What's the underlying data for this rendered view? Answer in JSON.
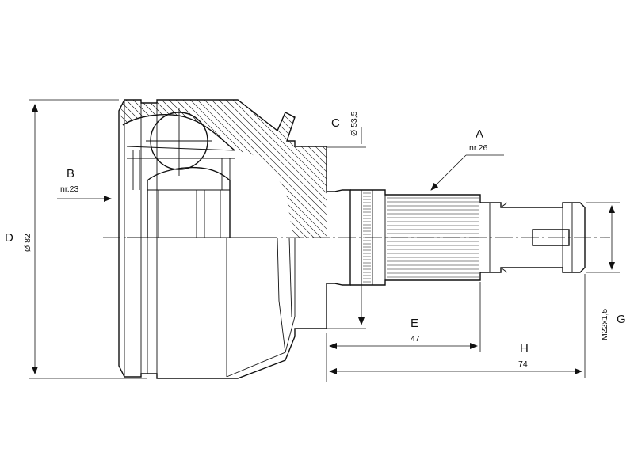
{
  "labels": {
    "a": {
      "letter": "A",
      "value": "nr.26"
    },
    "b": {
      "letter": "B",
      "value": "nr.23"
    },
    "c": {
      "letter": "C",
      "value": "Ø 53,5"
    },
    "d": {
      "letter": "D",
      "value": "Ø 82"
    },
    "e": {
      "letter": "E",
      "value": "47"
    },
    "g": {
      "letter": "G",
      "value": "M22x1,5"
    },
    "h": {
      "letter": "H",
      "value": "74"
    }
  }
}
